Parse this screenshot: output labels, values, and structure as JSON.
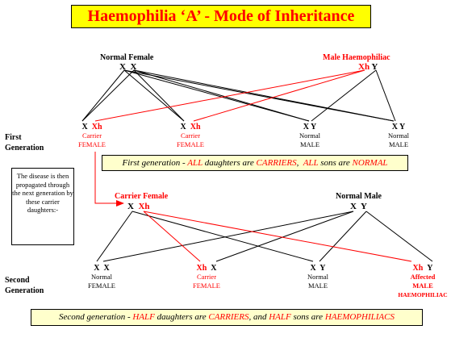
{
  "title": "Haemophilia ‘A’ - Mode of Inheritance",
  "parents1": {
    "female": {
      "label": "Normal Female",
      "genotype": "X  X"
    },
    "male": {
      "label": "Male Haemophiliac",
      "genotype_a": "Xh",
      "genotype_b": " Y"
    }
  },
  "first_generation": {
    "label_line1": "First",
    "label_line2": "Generation",
    "offspring": [
      {
        "genotype_a": "X",
        "genotype_b": "Xh",
        "line1": "Carrier",
        "line2": "FEMALE"
      },
      {
        "genotype_a": "X",
        "genotype_b": "Xh",
        "line1": "Carrier",
        "line2": "FEMALE"
      },
      {
        "genotype": "X Y",
        "line1": "Normal",
        "line2": "MALE"
      },
      {
        "genotype": "X Y",
        "line1": "Normal",
        "line2": "MALE"
      }
    ],
    "note_parts": [
      "First generation - ",
      "ALL",
      " daughters are ",
      "CARRIERS",
      ",  ",
      "ALL",
      " sons are ",
      "NORMAL"
    ]
  },
  "side_note": "The disease is then propagated through the next generation by these carrier daughters:-",
  "parents2": {
    "female": {
      "label": "Carrier Female",
      "genotype_a": "X",
      "genotype_b": "Xh"
    },
    "male": {
      "label": "Normal Male",
      "genotype": "X  Y"
    }
  },
  "second_generation": {
    "label_line1": "Second",
    "label_line2": "Generation",
    "offspring": [
      {
        "genotype": "X  X",
        "line1": "Normal",
        "line2": "FEMALE",
        "red": false
      },
      {
        "genotype_a": "Xh",
        "genotype_b": "X",
        "line1": "Carrier",
        "line2": "FEMALE",
        "red": true
      },
      {
        "genotype": "X  Y",
        "line1": "Normal",
        "line2": "MALE",
        "red": false
      },
      {
        "genotype_a": "Xh",
        "genotype_b": "Y",
        "line1": "Affected",
        "line2": "MALE",
        "line3": "HAEMOPHILIAC",
        "red": true
      }
    ],
    "note_parts": [
      "Second generation - ",
      "HALF",
      " daughters are ",
      "CARRIERS",
      ", and ",
      "HALF",
      " sons are ",
      "HAEMOPHILIACS"
    ]
  },
  "colors": {
    "title_bg": "#ffff00",
    "accent": "#ff0000",
    "note_bg": "#ffffcc",
    "line": "#000000"
  }
}
